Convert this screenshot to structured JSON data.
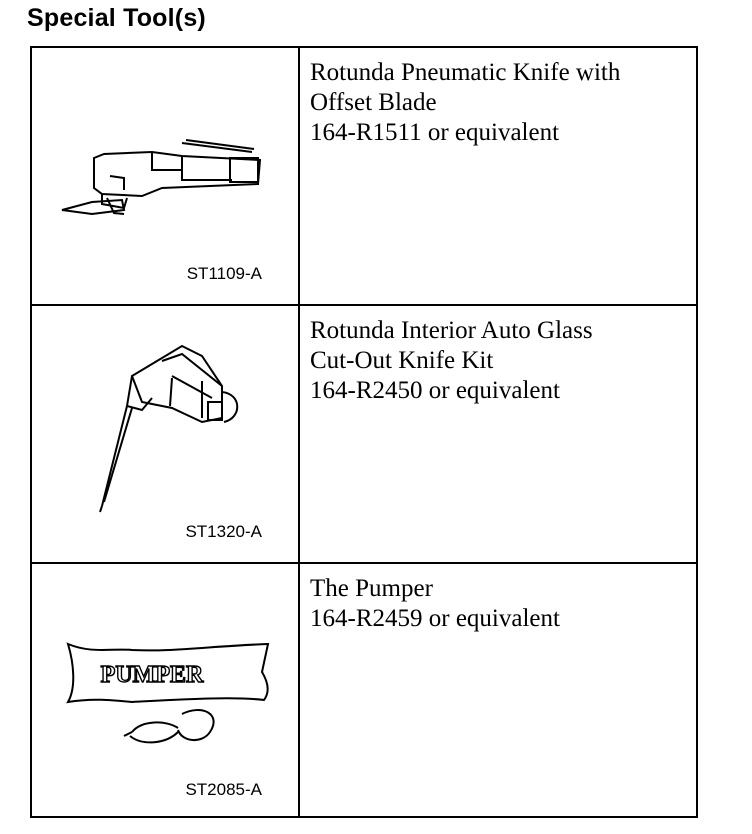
{
  "heading": "Special Tool(s)",
  "tools": [
    {
      "figure_label": "ST1109-A",
      "name_lines": [
        "Rotunda Pneumatic Knife with",
        "Offset Blade"
      ],
      "part": "164-R1511 or equivalent",
      "icon": "pneumatic-knife-icon"
    },
    {
      "figure_label": "ST1320-A",
      "name_lines": [
        "Rotunda Interior Auto Glass",
        "Cut-Out Knife Kit"
      ],
      "part": "164-R2450 or equivalent",
      "icon": "cut-out-knife-icon"
    },
    {
      "figure_label": "ST2085-A",
      "name_lines": [
        "The Pumper"
      ],
      "part": "164-R2459 or equivalent",
      "icon": "pumper-icon",
      "icon_text": "PUMPER"
    }
  ]
}
